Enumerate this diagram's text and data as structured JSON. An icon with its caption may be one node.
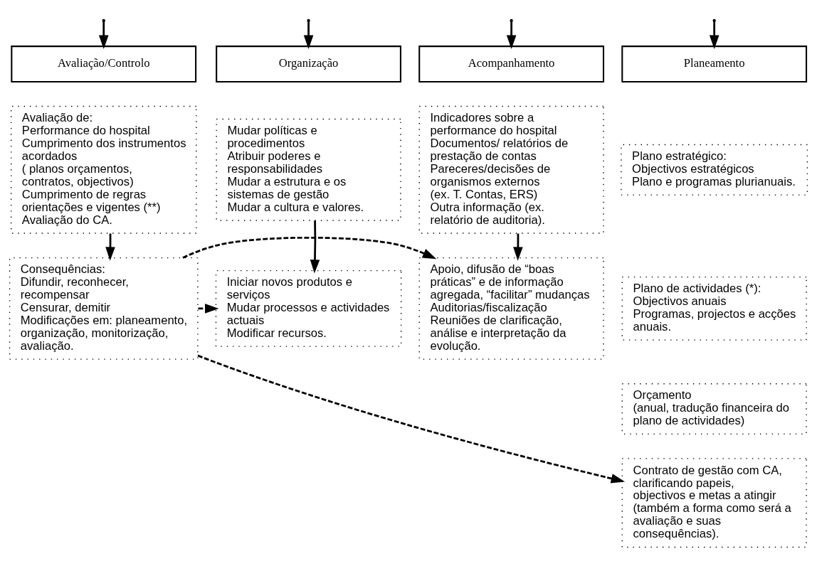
{
  "diagram": {
    "nodes": [
      {
        "text": [
          "Planeamento"
        ]
      },
      {
        "text": [
          "Organização"
        ]
      },
      {
        "text": [
          "Acompanhamento"
        ]
      },
      {
        "text": [
          "Avaliação/Controlo"
        ]
      },
      {
        "text": [
          "Plano estratégico:",
          "Objectivos estratégicos",
          "Plano e programas plurianuais."
        ]
      },
      {
        "text": [
          "Plano de actividades (*):",
          "Objectivos anuais",
          "Programas, projectos e acções anuais."
        ]
      },
      {
        "text": [
          "Orçamento",
          "(anual, tradução financeira do plano de actividades)"
        ]
      },
      {
        "text": [
          "Contrato de gestão com CA, clarificando papeis, objectivos e metas a atingir",
          "(também a forma como será a avaliação e suas consequências)."
        ]
      },
      {
        "text": [
          "Mudar políticas e procedimentos",
          "Atribuir poderes e responsabilidades",
          "Mudar a estrutura e os sistemas de gestão",
          "Mudar a cultura e valores."
        ]
      },
      {
        "text": [
          "Iniciar novos produtos e serviços",
          "Mudar processos e actividades actuais",
          "Modificar recursos."
        ]
      },
      {
        "text": [
          "Indicadores sobre a performance do hospital",
          "Documentos/ relatórios de prestação de contas",
          "Pareceres/decisões de organismos externos",
          "(ex. T. Contas, ERS)",
          "Outra informação (ex. relatório de auditoria)."
        ]
      },
      {
        "text": [
          "Apoio, difusão de “boas práticas” e de informação agregada, “facilitar” mudanças",
          "Auditorias/fiscalização",
          "Reuniões de clarificação, análise e interpretação da evolução."
        ]
      },
      {
        "text": [
          "Avaliação de:",
          "Performance do hospital",
          "Cumprimento dos instrumentos acordados",
          "( planos orçamentos, contratos, objectivos)",
          "Cumprimento de regras orientações e vigentes (**)",
          "Avaliação do CA."
        ]
      },
      {
        "text": [
          "Consequências:",
          "Difundir, reconhecer, recompensar",
          "Censurar, demitir",
          "Modificações em: planeamento, organização, monitorização, avaliação."
        ]
      }
    ],
    "edges": [
      {
        "from": null,
        "to": 0,
        "arrow": "to"
      },
      {
        "from": null,
        "to": 1,
        "arrow": "to"
      },
      {
        "from": null,
        "to": 2,
        "arrow": "to"
      },
      {
        "from": null,
        "to": 3,
        "arrow": "to"
      },
      {
        "from": 8,
        "to": 9,
        "arrow": "to"
      },
      {
        "from": 10,
        "to": 11,
        "arrow": "to"
      },
      {
        "from": 12,
        "to": 13,
        "arrow": "to"
      },
      {
        "from": 13,
        "to": 7,
        "arrow": "to",
        "style": "dashed"
      },
      {
        "from": 13,
        "to": 9,
        "arrow": "to",
        "style": "dashed"
      },
      {
        "from": 13,
        "to": 11,
        "arrow": "to",
        "style": "dashed"
      }
    ]
  }
}
